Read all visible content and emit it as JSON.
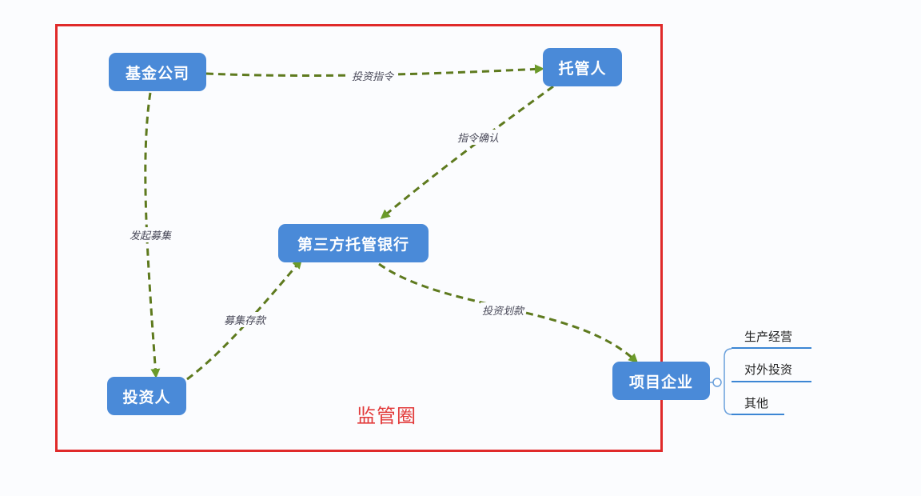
{
  "diagram": {
    "frame": {
      "label": "监管圈",
      "color": "#e02a2a"
    },
    "nodes": {
      "fund": "基金公司",
      "custodian": "托管人",
      "bank": "第三方托管银行",
      "investor": "投资人",
      "enterprise": "项目企业"
    },
    "edges": {
      "fund_to_custodian": "投资指令",
      "custodian_to_bank": "指令确认",
      "fund_to_investor": "发起募集",
      "investor_to_bank": "募集存款",
      "bank_to_enterprise": "投资划款"
    },
    "branches": [
      "生产经营",
      "对外投资",
      "其他"
    ],
    "colors": {
      "node": "#4a8ad8",
      "edge": "#6b8a2a",
      "branch_line": "#3c86d4"
    }
  }
}
